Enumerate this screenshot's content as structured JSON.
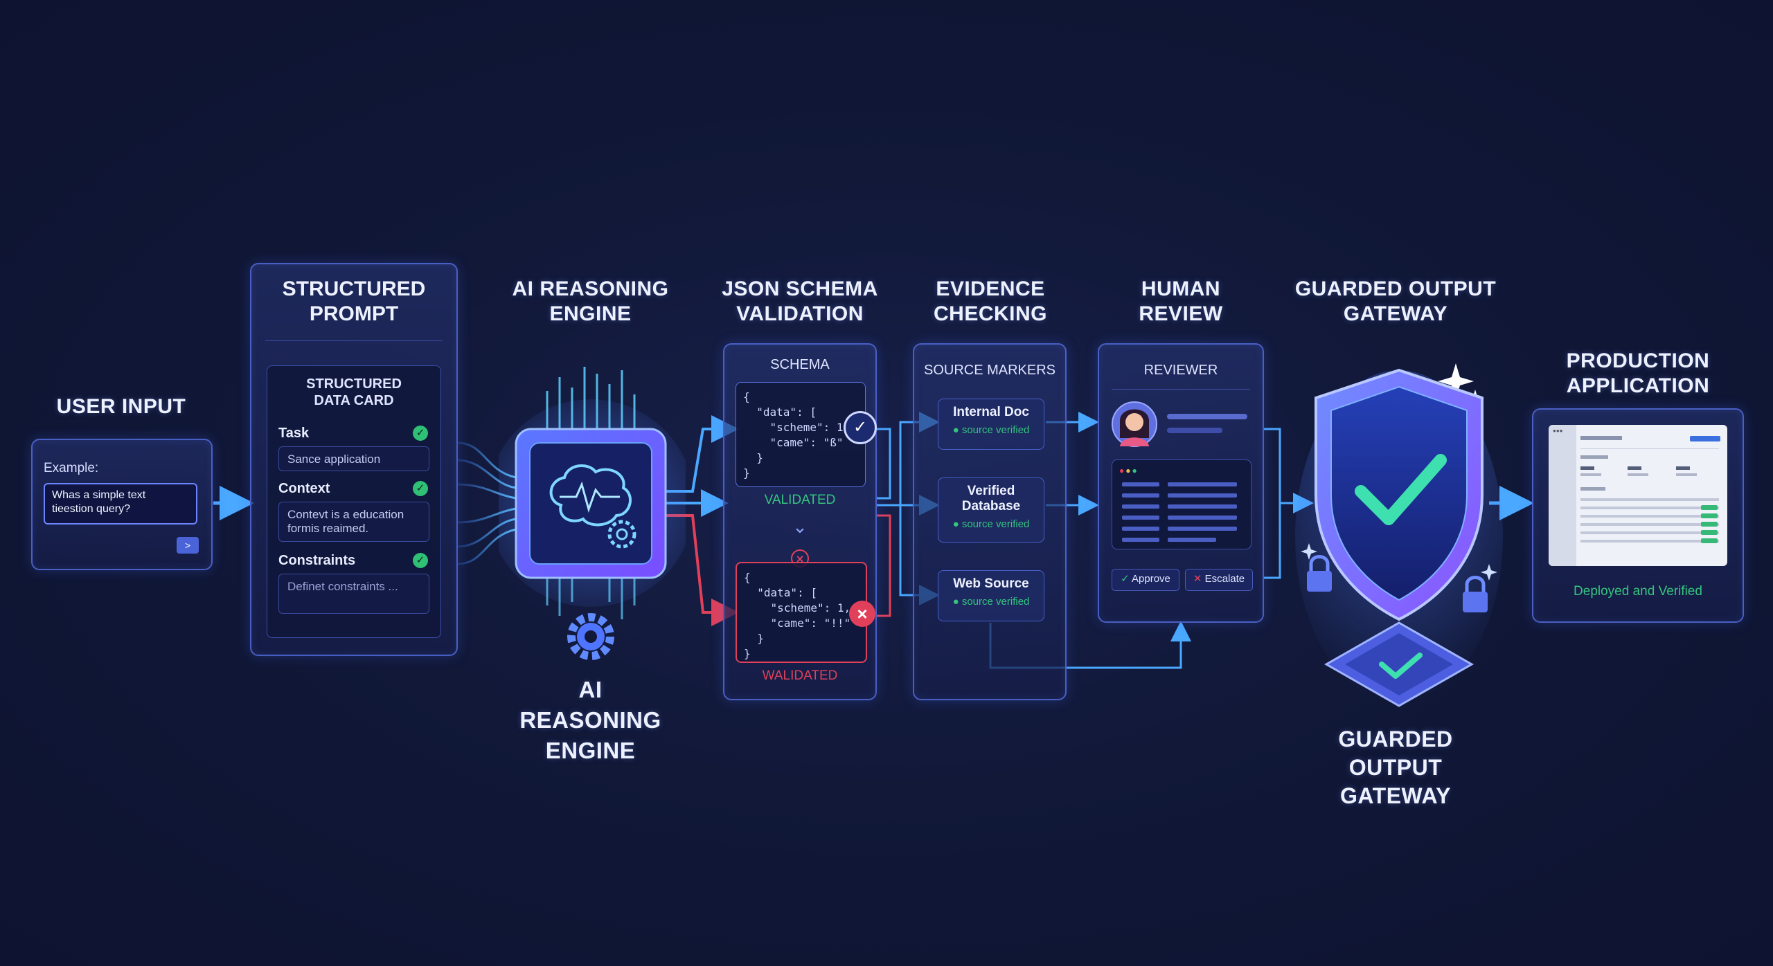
{
  "stages": {
    "user_input": {
      "title": "USER INPUT",
      "example_label": "Example:",
      "query": "Whas a simple text tieestion query?",
      "send": ">"
    },
    "structured_prompt": {
      "title": "STRUCTURED PROMPT",
      "card_title": "STRUCTURED DATA CARD",
      "task_label": "Task",
      "task_value": "Sance application",
      "context_label": "Context",
      "context_value": "Contevt is a education formis reaimed.",
      "constraints_label": "Constraints",
      "constraints_value": "Definet constraints ..."
    },
    "ai_engine": {
      "title": "AI REASONING ENGINE",
      "caption": "AI REASONING ENGINE"
    },
    "schema_validation": {
      "title": "JSON SCHEMA VALIDATION",
      "panel_label": "SCHEMA",
      "valid_code": "{\n  \"data\": [\n    \"scheme\": 1,\n    \"came\": \"ß\"\n  }\n}",
      "valid_status": "VALIDATED",
      "invalid_code": "{\n  \"data\": [\n    \"scheme\": 1,\n    \"came\": \"!!\"\n  }\n}",
      "invalid_status": "WALIDATED"
    },
    "evidence": {
      "title": "EVIDENCE CHECKING",
      "panel_label": "SOURCE MARKERS",
      "sources": [
        {
          "name": "Internal Doc",
          "status": "source verified"
        },
        {
          "name": "Verified Database",
          "status": "source verified"
        },
        {
          "name": "Web Source",
          "status": "source verified"
        }
      ]
    },
    "human_review": {
      "title": "HUMAN REVIEW",
      "panel_label": "REVIEWER",
      "approve": "Approve",
      "escalate": "Escalate"
    },
    "gateway": {
      "title": "GUARDED OUTPUT GATEWAY",
      "caption": "GUARDED OUTPUT GATEWAY"
    },
    "production": {
      "title": "PRODUCTION APPLICATION",
      "status": "Deployed and Verified"
    }
  },
  "colors": {
    "background": "#111838",
    "panel_border": "#4a5fc4",
    "flow_arrow": "#4aa8ff",
    "success": "#2fbf75",
    "error": "#e0405a"
  }
}
